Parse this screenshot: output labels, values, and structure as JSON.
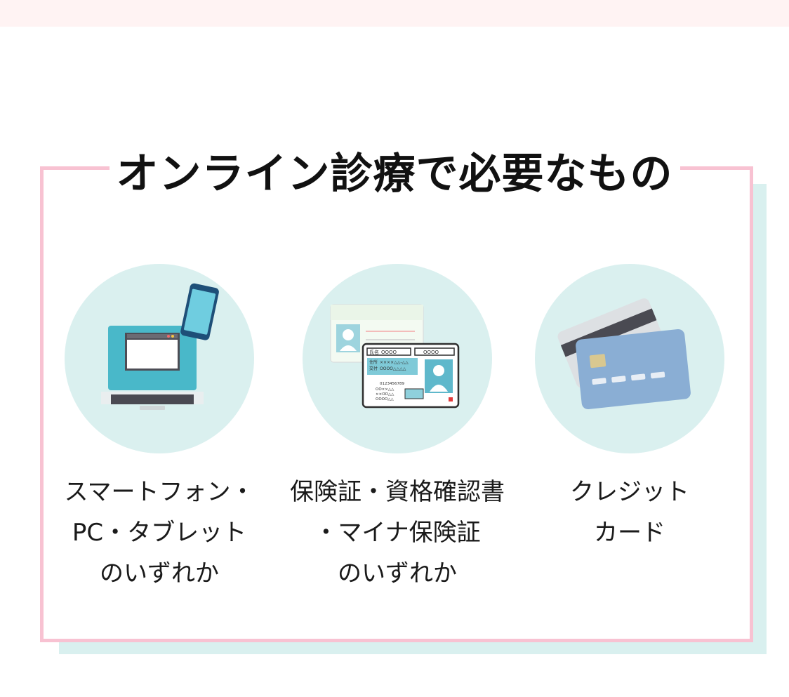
{
  "heading": "オンライン診療で必要なもの",
  "items": [
    {
      "id": "device",
      "icon": "laptop-smartphone-icon",
      "lines": [
        "スマートフォン・",
        "PC・タブレット",
        "のいずれか"
      ]
    },
    {
      "id": "insurance",
      "icon": "insurance-card-icon",
      "lines": [
        "保険証・資格確認書",
        "・マイナ保険証",
        "のいずれか"
      ],
      "card": {
        "name_label": "氏名",
        "name_value": "OOOO",
        "name_value2": "OOOO",
        "address_label": "住所",
        "address_value": "××××△△-△△",
        "issued_label": "交付",
        "issued_value": "OOOO△△△△",
        "number": "0123456789",
        "row1": "OO××△△",
        "row2": "××OO△△",
        "row3": "OOOO△△"
      }
    },
    {
      "id": "credit-card",
      "icon": "credit-card-icon",
      "lines": [
        "クレジット",
        "カード"
      ]
    }
  ],
  "colors": {
    "frame": "#f8c2d2",
    "shadow": "#d9f0ef",
    "circle": "#daf0ef",
    "top_band": "#fff3f3"
  }
}
